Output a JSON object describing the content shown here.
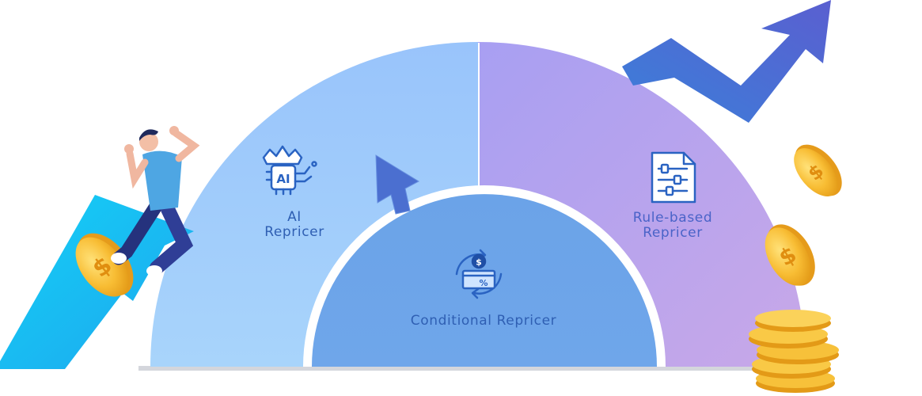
{
  "segments": {
    "ai": {
      "line1": "AI",
      "line2": "Repricer",
      "icon": "ai-crown-chip-icon",
      "color": "#9cc7fb"
    },
    "rule": {
      "line1": "Rule-based",
      "line2": "Repricer",
      "icon": "rule-document-sliders-icon",
      "color": "#b7a2ef"
    },
    "conditional": {
      "label": "Conditional Repricer",
      "icon": "price-cycle-icon",
      "color": "#6aa4e8"
    }
  },
  "colors": {
    "label_blue": "#2f5fb3",
    "icon_blue": "#2a63c2",
    "coin_gold": "#f7b531",
    "arrow_blue": "#4e79d6",
    "ramp_cyan": "#22c3f2"
  }
}
